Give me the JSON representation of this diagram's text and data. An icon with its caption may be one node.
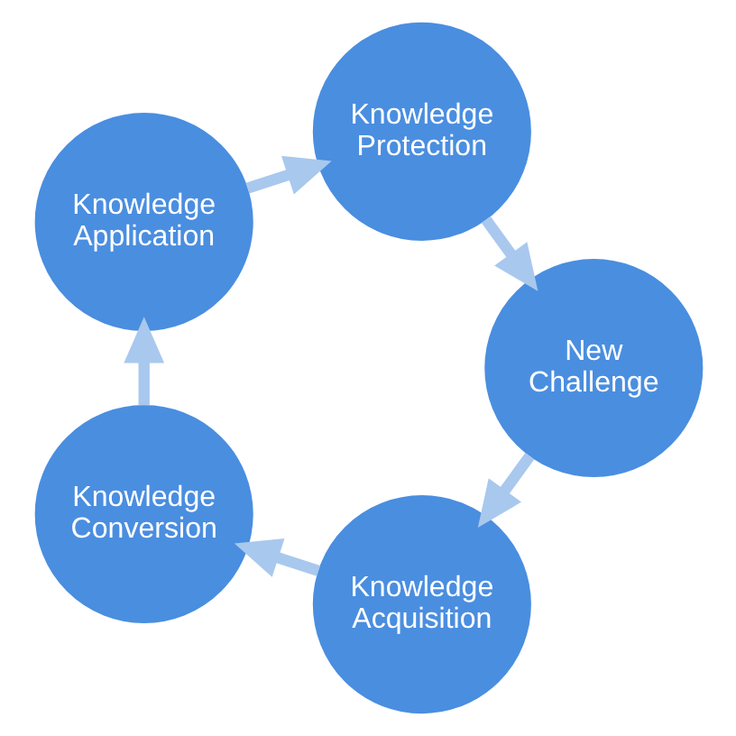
{
  "diagram": {
    "nodes": [
      {
        "text": [
          "Knowledge Acquisition"
        ]
      },
      {
        "text": [
          "Knowledge Conversion"
        ]
      },
      {
        "text": [
          "Knowledge Application"
        ]
      },
      {
        "text": [
          "Knowledge Protection"
        ]
      },
      {
        "text": [
          "New Challenge"
        ]
      }
    ],
    "edges": [
      {
        "from": 0,
        "to": 1,
        "arrow": "to"
      },
      {
        "from": 1,
        "to": 2,
        "arrow": "to"
      },
      {
        "from": 2,
        "to": 3,
        "arrow": "to"
      },
      {
        "from": 3,
        "to": 4,
        "arrow": "to"
      },
      {
        "from": 4,
        "to": 0,
        "arrow": "to"
      }
    ]
  }
}
